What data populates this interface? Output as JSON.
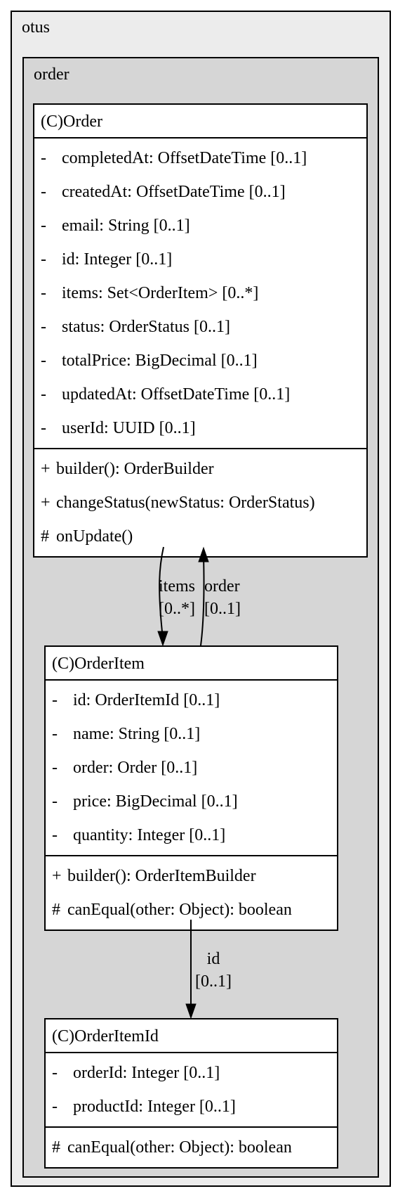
{
  "packages": {
    "outer": "otus",
    "inner": "order"
  },
  "classes": [
    {
      "title": "(C)Order",
      "fields": [
        {
          "vis": "-",
          "text": "completedAt: OffsetDateTime [0..1]"
        },
        {
          "vis": "-",
          "text": "createdAt: OffsetDateTime [0..1]"
        },
        {
          "vis": "-",
          "text": "email: String [0..1]"
        },
        {
          "vis": "-",
          "text": "id: Integer [0..1]"
        },
        {
          "vis": "-",
          "text": "items: Set<OrderItem> [0..*]"
        },
        {
          "vis": "-",
          "text": "status: OrderStatus [0..1]"
        },
        {
          "vis": "-",
          "text": "totalPrice: BigDecimal [0..1]"
        },
        {
          "vis": "-",
          "text": "updatedAt: OffsetDateTime [0..1]"
        },
        {
          "vis": "-",
          "text": "userId: UUID [0..1]"
        }
      ],
      "methods": [
        {
          "vis": "+",
          "text": "builder(): OrderBuilder"
        },
        {
          "vis": "+",
          "text": "changeStatus(newStatus: OrderStatus)"
        },
        {
          "vis": "#",
          "text": "onUpdate()"
        }
      ]
    },
    {
      "title": "(C)OrderItem",
      "fields": [
        {
          "vis": "-",
          "text": "id: OrderItemId [0..1]"
        },
        {
          "vis": "-",
          "text": "name: String [0..1]"
        },
        {
          "vis": "-",
          "text": "order: Order [0..1]"
        },
        {
          "vis": "-",
          "text": "price: BigDecimal [0..1]"
        },
        {
          "vis": "-",
          "text": "quantity: Integer [0..1]"
        }
      ],
      "methods": [
        {
          "vis": "+",
          "text": "builder(): OrderItemBuilder"
        },
        {
          "vis": "#",
          "text": "canEqual(other: Object): boolean"
        }
      ]
    },
    {
      "title": "(C)OrderItemId",
      "fields": [
        {
          "vis": "-",
          "text": "orderId: Integer [0..1]"
        },
        {
          "vis": "-",
          "text": "productId: Integer [0..1]"
        }
      ],
      "methods": [
        {
          "vis": "#",
          "text": "canEqual(other: Object): boolean"
        }
      ]
    }
  ],
  "edges": {
    "items": {
      "name": "items",
      "mult": "[0..*]"
    },
    "order": {
      "name": "order",
      "mult": "[0..1]"
    },
    "id": {
      "name": "id",
      "mult": "[0..1]"
    }
  }
}
